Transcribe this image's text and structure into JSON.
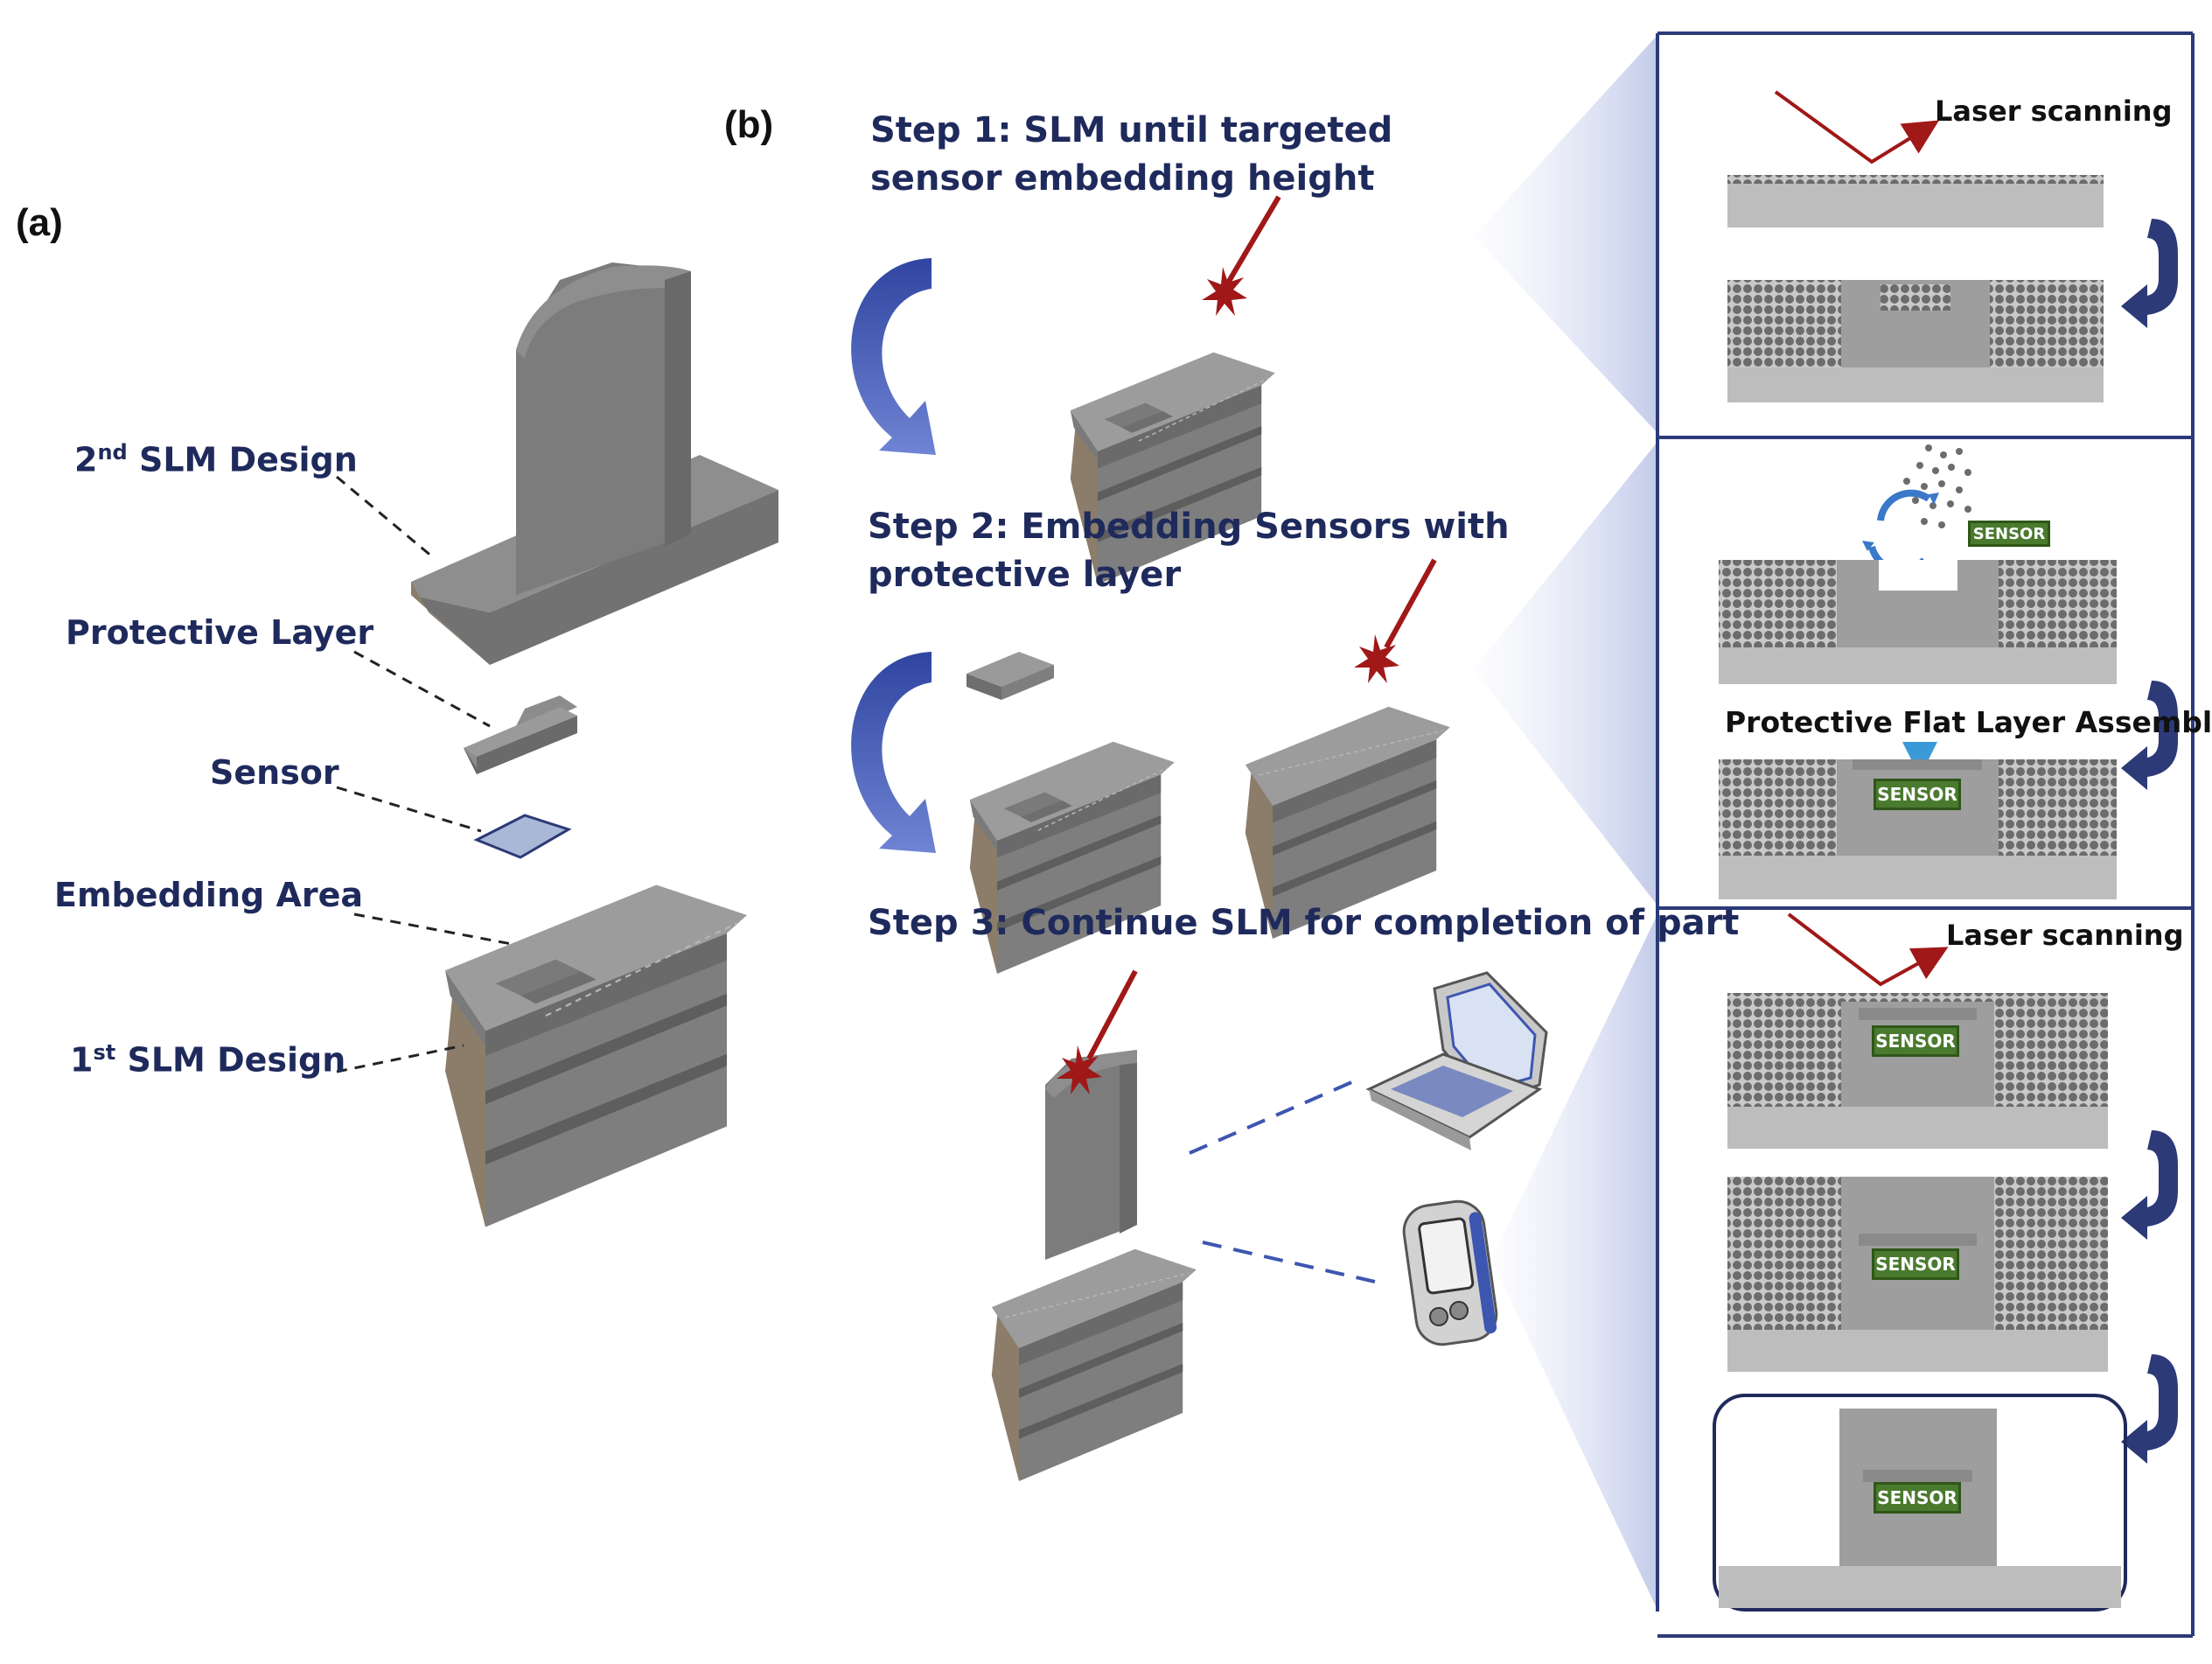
{
  "panel_a": {
    "tag": "(a)",
    "labels": {
      "second_slm_main": "2",
      "second_slm_sup": "nd",
      "second_slm_rest": " SLM Design",
      "protective_layer": "Protective Layer",
      "sensor": "Sensor",
      "embedding_area": "Embedding Area",
      "first_slm_main": "1",
      "first_slm_sup": "st",
      "first_slm_rest": " SLM Design"
    }
  },
  "panel_b": {
    "tag": "(b)",
    "steps": [
      {
        "line1": "Step 1: SLM until targeted",
        "line2": "sensor embedding height"
      },
      {
        "line1": "Step 2: Embedding Sensors with",
        "line2": "protective layer"
      },
      {
        "line1": "Step 3: Continue SLM for completion of part",
        "line2": ""
      }
    ]
  },
  "detail_boxes": {
    "laser_scanning_1": "Laser scanning",
    "laser_scanning_2": "Laser scanning",
    "protective_assembly": "Protective Flat Layer Assembly",
    "sensor_tag": "SENSOR"
  },
  "colors": {
    "label_navy": "#1f2a5c",
    "part_gray": "#7a7a7a",
    "part_top": "#9a9a9a",
    "part_side": "#8b7d6a",
    "arrow_blue": "#3d56b0",
    "laser_red": "#a01818",
    "sensor_green": "#4a7a2e",
    "frame_navy": "#2c3a78"
  },
  "icons": [
    "curved-arrow-icon",
    "laser-beam-icon",
    "laptop-icon",
    "pda-device-icon",
    "down-return-arrow-icon"
  ]
}
